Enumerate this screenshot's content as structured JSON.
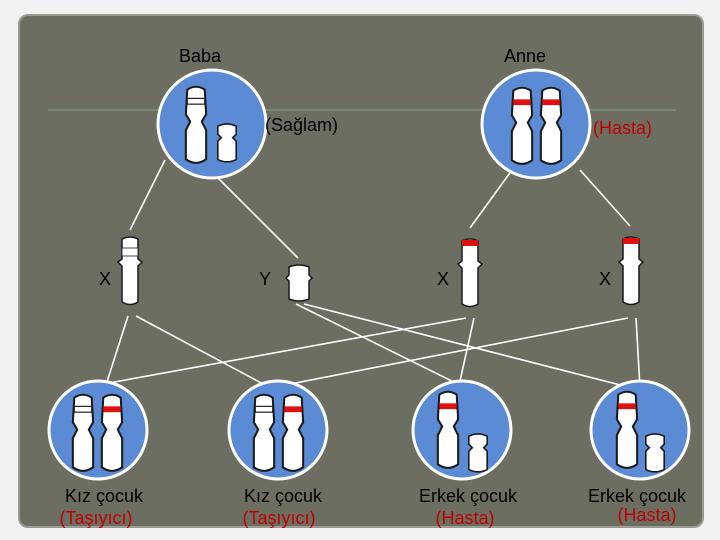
{
  "parents": {
    "father": {
      "name": "Baba",
      "status": "(Sağlam)"
    },
    "mother": {
      "name": "Anne",
      "status": "(Hasta)"
    }
  },
  "gametes": [
    "X",
    "Y",
    "X",
    "X"
  ],
  "children": [
    {
      "label": "Kız çocuk",
      "status": "(Taşıyıcı)"
    },
    {
      "label": "Kız çocuk",
      "status": "(Taşıyıcı)"
    },
    {
      "label": "Erkek çocuk",
      "status": "(Hasta)"
    },
    {
      "label": "Erkek çocuk",
      "status": "(Hasta)"
    }
  ],
  "colors": {
    "cell_fill": "#5b8bd4",
    "cell_stroke": "#ffffff",
    "chromosome_fill": "#ffffff",
    "disease_allele": "#e01010",
    "healthy_allele": "#ffffff",
    "line": "#ffffff",
    "status_text": "#c00000"
  }
}
